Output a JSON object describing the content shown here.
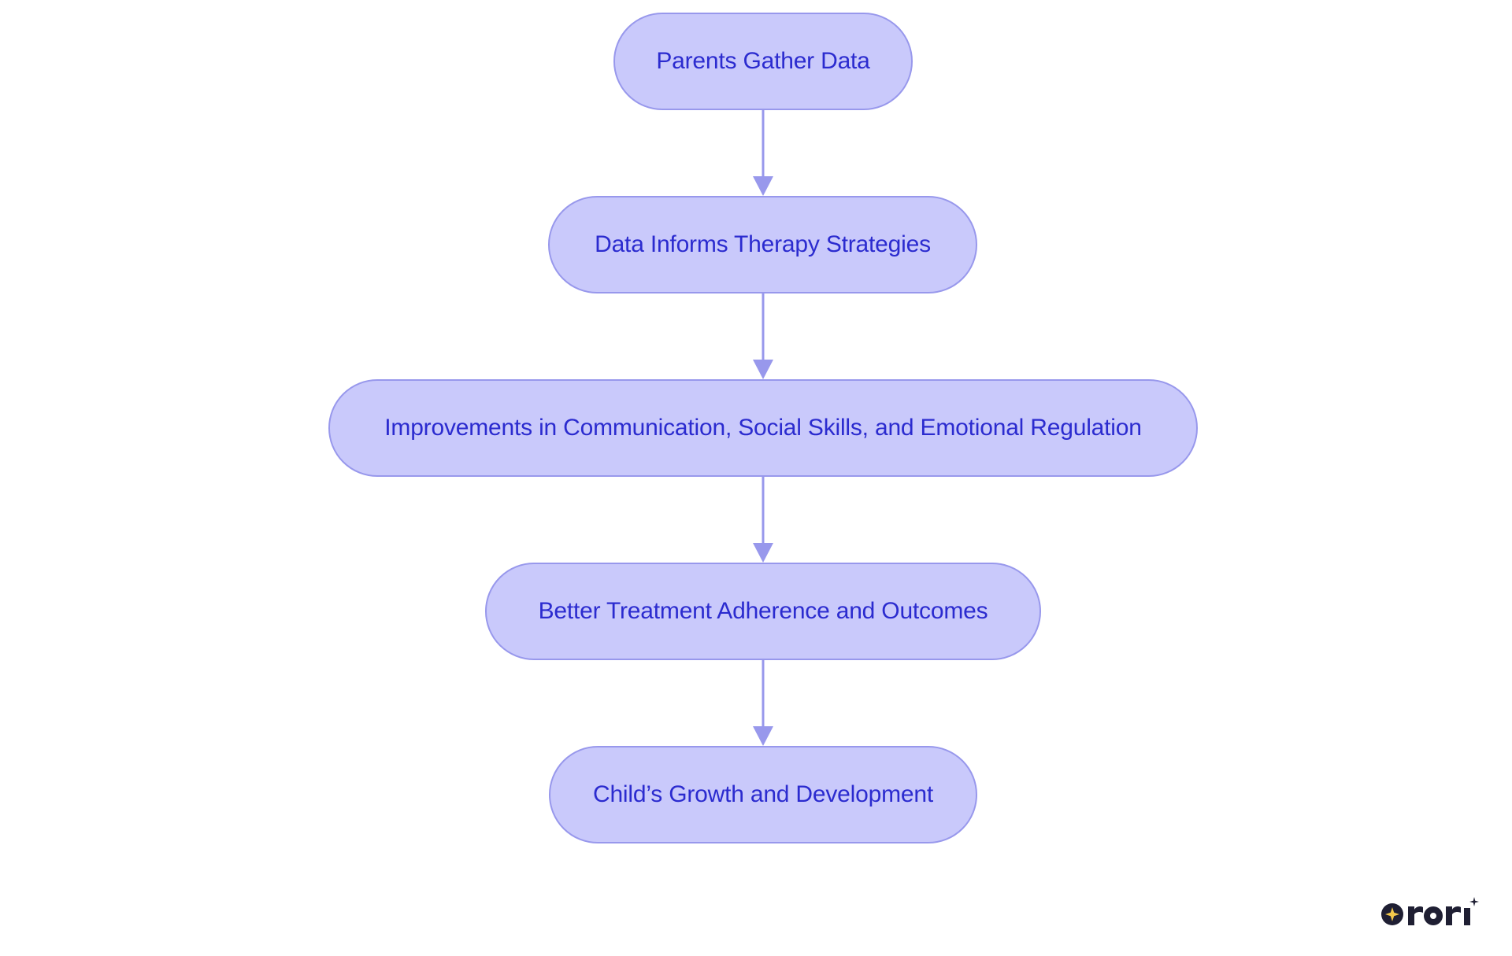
{
  "flowchart": {
    "nodes": [
      {
        "id": "parents-gather-data",
        "label": "Parents Gather Data"
      },
      {
        "id": "data-informs-therapy",
        "label": "Data Informs Therapy Strategies"
      },
      {
        "id": "improvements",
        "label": "Improvements in Communication, Social Skills, and Emotional Regulation"
      },
      {
        "id": "better-treatment",
        "label": "Better Treatment Adherence and Outcomes"
      },
      {
        "id": "child-growth",
        "label": "Child’s Growth and Development"
      }
    ],
    "edges": [
      {
        "from": "parents-gather-data",
        "to": "data-informs-therapy"
      },
      {
        "from": "data-informs-therapy",
        "to": "improvements"
      },
      {
        "from": "improvements",
        "to": "better-treatment"
      },
      {
        "from": "better-treatment",
        "to": "child-growth"
      }
    ]
  },
  "colors": {
    "node_fill": "#c9c9fb",
    "node_border": "#9898ec",
    "node_text": "#2b2bcf",
    "edge": "#9898ec",
    "logo_dark": "#1f1f33",
    "logo_star": "#f3c84b"
  },
  "logo": {
    "text": "rori",
    "icon": "sparkle-icon"
  }
}
